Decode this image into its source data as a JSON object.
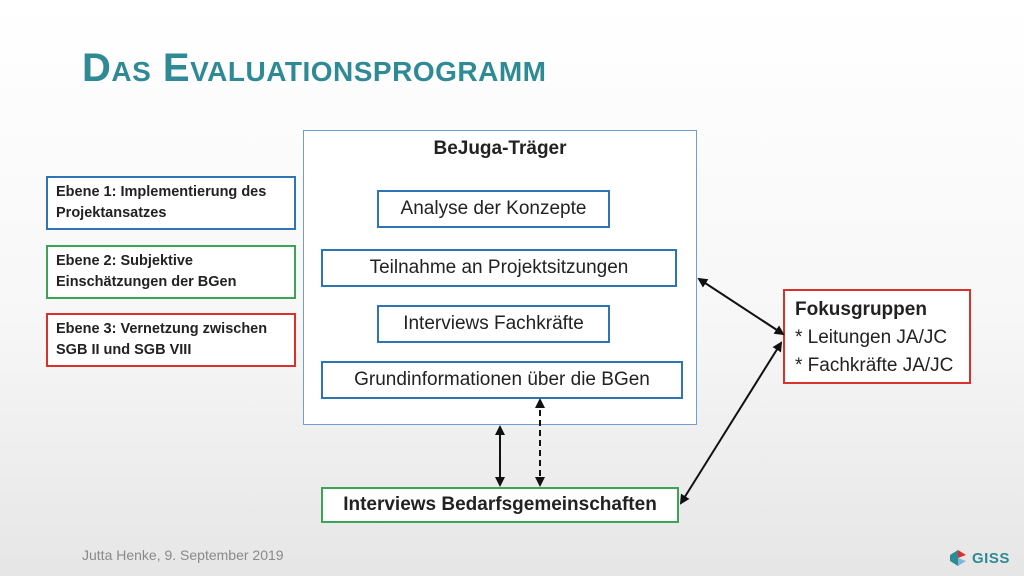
{
  "title": "Das Evaluationsprogramm",
  "levels": [
    {
      "label": "Ebene 1: Implementierung des Projektansatzes"
    },
    {
      "label": "Ebene 2: Subjektive Einschätzungen der BGen"
    },
    {
      "label": "Ebene 3: Vernetzung zwischen SGB II und  SGB VIII"
    }
  ],
  "main": {
    "title": "BeJuga-Träger",
    "items": [
      {
        "label": "Analyse der Konzepte"
      },
      {
        "label": "Teilnahme an Projektsitzungen"
      },
      {
        "label": "Interviews Fachkräfte"
      },
      {
        "label": "Grundinformationen über die BGen"
      }
    ]
  },
  "focus": {
    "title": "Fokusgruppen",
    "items": [
      "* Leitungen JA/JC",
      "* Fachkräfte JA/JC"
    ]
  },
  "interviews": {
    "label": "Interviews Bedarfsgemeinschaften"
  },
  "footer": {
    "text": "Jutta Henke, 9. September 2019"
  },
  "logo": {
    "text": "GISS"
  },
  "colors": {
    "title": "#2e8a94",
    "blue": "#2e75b6",
    "green": "#3aa655",
    "red": "#d9312c",
    "frame": "#6e9fd0"
  }
}
